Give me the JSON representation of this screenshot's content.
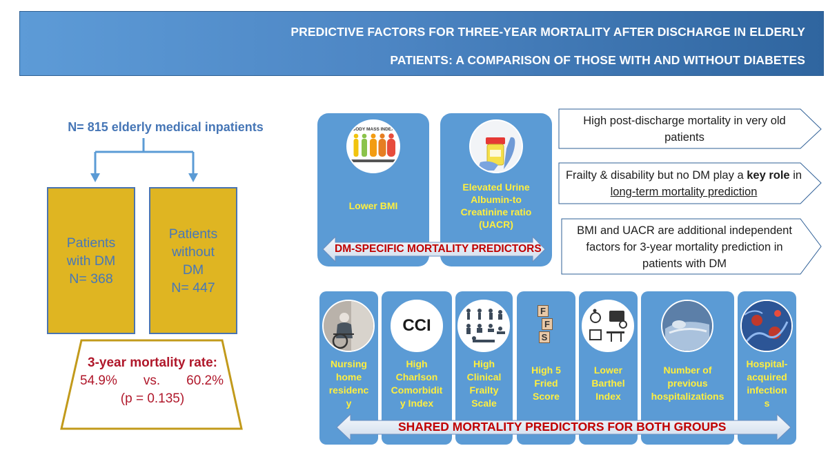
{
  "banner": {
    "title_line1": "PREDICTIVE FACTORS FOR THREE-YEAR MORTALITY AFTER DISCHARGE IN ELDERLY",
    "title_line2": "PATIENTS: A COMPARISON OF THOSE WITH AND WITHOUT DIABETES"
  },
  "cohort": {
    "total": "N= 815 elderly medical inpatients",
    "dm_group": {
      "line1": "Patients",
      "line2": "with DM",
      "line3": "N= 368"
    },
    "nodm_group": {
      "line1": "Patients",
      "line2": "without",
      "line3": "DM",
      "line4": "N= 447"
    }
  },
  "mortality": {
    "title": "3-year mortality rate:",
    "dm_rate": "54.9%",
    "vs": "vs.",
    "nodm_rate": "60.2%",
    "p_value": "(p = 0.135)"
  },
  "dm_specific": {
    "label": "DM-SPECIFIC MORTALITY PREDICTORS",
    "bmi_image_caption": "BODY MASS INDEX",
    "items": [
      {
        "label": "Lower BMI",
        "icon": "bmi-silhouettes-icon"
      },
      {
        "label_lines": [
          "Elevated Urine",
          "Albumin-to",
          "Creatinine ratio",
          "(UACR)"
        ],
        "icon": "urine-sample-icon"
      }
    ]
  },
  "shared": {
    "label": "SHARED MORTALITY PREDICTORS FOR BOTH GROUPS",
    "items": [
      {
        "label_lines": [
          "Nursing",
          "home",
          "residenc",
          "y"
        ],
        "icon": "wheelchair-elderly-icon"
      },
      {
        "label_lines": [
          "High",
          "Charlson",
          "Comorbidit",
          "y Index"
        ],
        "icon": "cci-icon",
        "icon_text": "CCI"
      },
      {
        "label_lines": [
          "High",
          "Clinical",
          "Frailty",
          "Scale"
        ],
        "icon": "frailty-scale-icon"
      },
      {
        "label_lines": [
          "High 5",
          "Fried",
          "Score"
        ],
        "icon": "fried-blocks-icon",
        "icon_letters": [
          "F",
          "F",
          "S"
        ]
      },
      {
        "label_lines": [
          "Lower",
          "Barthel",
          "Index"
        ],
        "icon": "disability-icons-icon"
      },
      {
        "label_lines": [
          "Number of",
          "previous",
          "hospitalizations"
        ],
        "icon": "hospital-bed-icon"
      },
      {
        "label_lines": [
          "Hospital-",
          "acquired",
          "infection",
          "s"
        ],
        "icon": "bacteria-icon"
      }
    ]
  },
  "findings": {
    "f1": {
      "text": "High post-discharge mortality in very old patients"
    },
    "f2": {
      "part1": "Frailty & disability but no DM play a ",
      "bold1": "key",
      "bold2": "role",
      "part2": " in ",
      "underline": "long-term mortality prediction"
    },
    "f3": {
      "text": "BMI and UACR are additional independent factors for 3-year mortality prediction in patients with DM"
    }
  },
  "colors": {
    "banner": "#4d86c4",
    "card_blue": "#5b9bd5",
    "card_text_yellow": "#ffef3e",
    "group_box": "#dfb522",
    "mortality_red": "#b0182b",
    "predictor_label_red": "#c00000",
    "trapezoid_border": "#c29a1b"
  }
}
